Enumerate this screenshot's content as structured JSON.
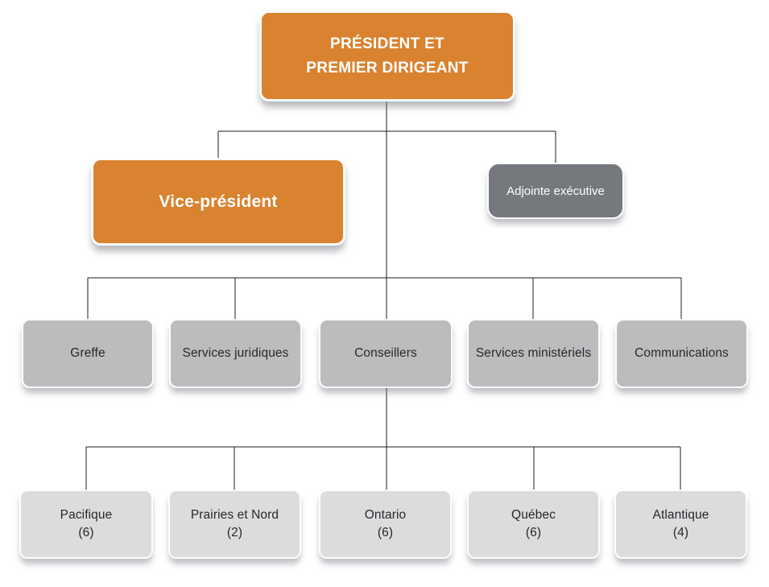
{
  "org_chart": {
    "president": {
      "lines": [
        "PRÉSIDENT ET",
        "PREMIER DIRIGEANT"
      ]
    },
    "vice_president": {
      "label": "Vice-président"
    },
    "executive_assistant": {
      "label": "Adjointe exécutive"
    },
    "departments": [
      {
        "label": "Greffe"
      },
      {
        "label": "Services juridiques"
      },
      {
        "label": "Conseillers"
      },
      {
        "label": "Services ministériels"
      },
      {
        "label": "Communications"
      }
    ],
    "regions": [
      {
        "name": "Pacifique",
        "count": "(6)"
      },
      {
        "name": "Prairies et Nord",
        "count": "(2)"
      },
      {
        "name": "Ontario",
        "count": "(6)"
      },
      {
        "name": "Québec",
        "count": "(6)"
      },
      {
        "name": "Atlantique",
        "count": "(4)"
      }
    ],
    "colors": {
      "executive_orange": "#d9822f",
      "assistant_gray": "#75797d",
      "department_gray": "#bbbcbe",
      "region_gray": "#dcdcde",
      "connector_line": "#1c1c1c",
      "text_on_color": "#ffffff",
      "text_dark": "#26282a"
    }
  }
}
